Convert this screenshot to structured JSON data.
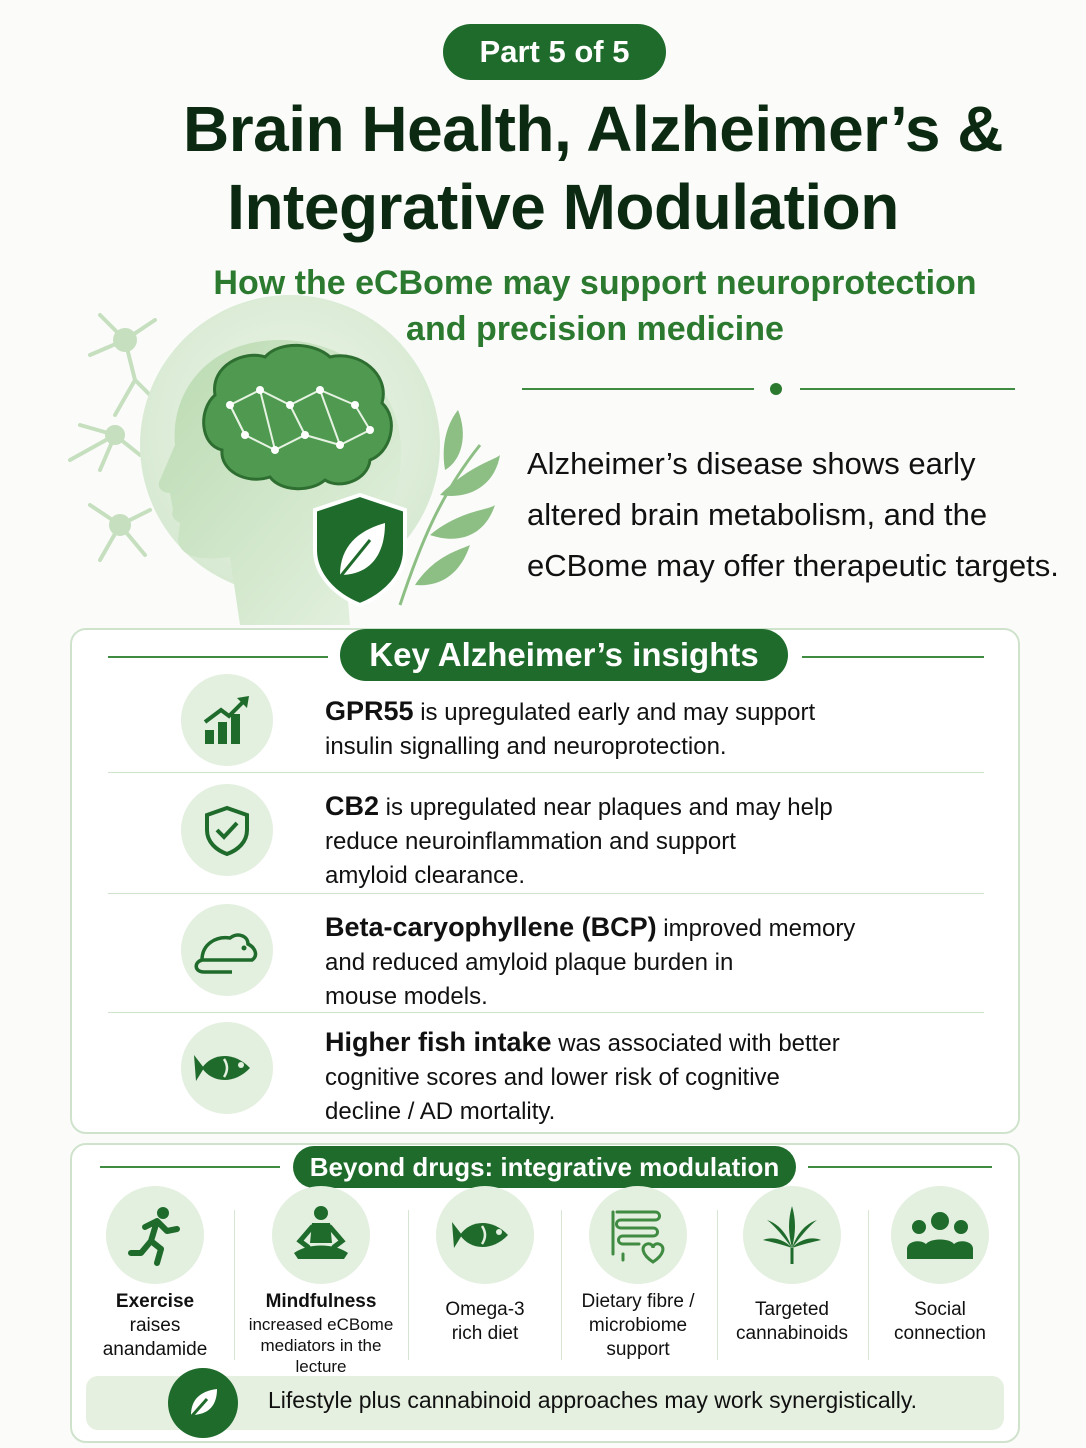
{
  "badge": "Part 5 of 5",
  "title": {
    "line1": "Brain Health, Alzheimer’s &",
    "line2": "Integrative Modulation"
  },
  "subtitle": {
    "line1": "How the eCBome may support neuroprotection",
    "line2": "and precision medicine"
  },
  "intro": {
    "line1": "Alzheimer’s disease shows early",
    "line2": "altered brain metabolism, and the",
    "line3": "eCBome may offer therapeutic targets."
  },
  "insights": {
    "heading": "Key Alzheimer’s insights",
    "items": [
      {
        "icon": "bar-chart-up-icon",
        "bold": "GPR55",
        "line1": " is upregulated early and may support",
        "line2": "insulin signalling and neuroprotection.",
        "line3": ""
      },
      {
        "icon": "shield-check-icon",
        "bold": "CB2",
        "line1": " is upregulated near plaques and may help",
        "line2": "reduce neuroinflammation and support",
        "line3": "amyloid clearance."
      },
      {
        "icon": "mouse-icon",
        "bold": "Beta-caryophyllene (BCP)",
        "line1": " improved memory",
        "line2": "and reduced amyloid plaque burden in",
        "line3": "mouse models."
      },
      {
        "icon": "fish-icon",
        "bold": "Higher fish intake",
        "line1": " was associated with better",
        "line2": "cognitive scores and lower risk of cognitive",
        "line3": "decline / AD mortality."
      }
    ]
  },
  "beyond": {
    "heading": "Beyond drugs: integrative modulation",
    "items": [
      {
        "icon": "running-person-icon",
        "strong": "Exercise",
        "line2": "raises",
        "line3": "anandamide",
        "line4": ""
      },
      {
        "icon": "meditation-icon",
        "strong": "Mindfulness",
        "line2": "increased eCBome",
        "line3": "mediators in the",
        "line4": "lecture"
      },
      {
        "icon": "fish-icon",
        "strong": "",
        "line2": "Omega-3",
        "line3": "rich diet",
        "line4": ""
      },
      {
        "icon": "intestine-heart-icon",
        "strong": "",
        "line2": "Dietary fibre /",
        "line3": "microbiome",
        "line4": "support"
      },
      {
        "icon": "cannabis-leaf-icon",
        "strong": "",
        "line2": "Targeted",
        "line3": "cannabinoids",
        "line4": ""
      },
      {
        "icon": "people-group-icon",
        "strong": "",
        "line2": "Social",
        "line3": "connection",
        "line4": ""
      }
    ],
    "footer": "Lifestyle plus cannabinoid approaches may work synergistically."
  },
  "colors": {
    "brand_green": "#1f6b2c",
    "accent_green": "#2c7a30",
    "light_green": "#e3efdf"
  }
}
